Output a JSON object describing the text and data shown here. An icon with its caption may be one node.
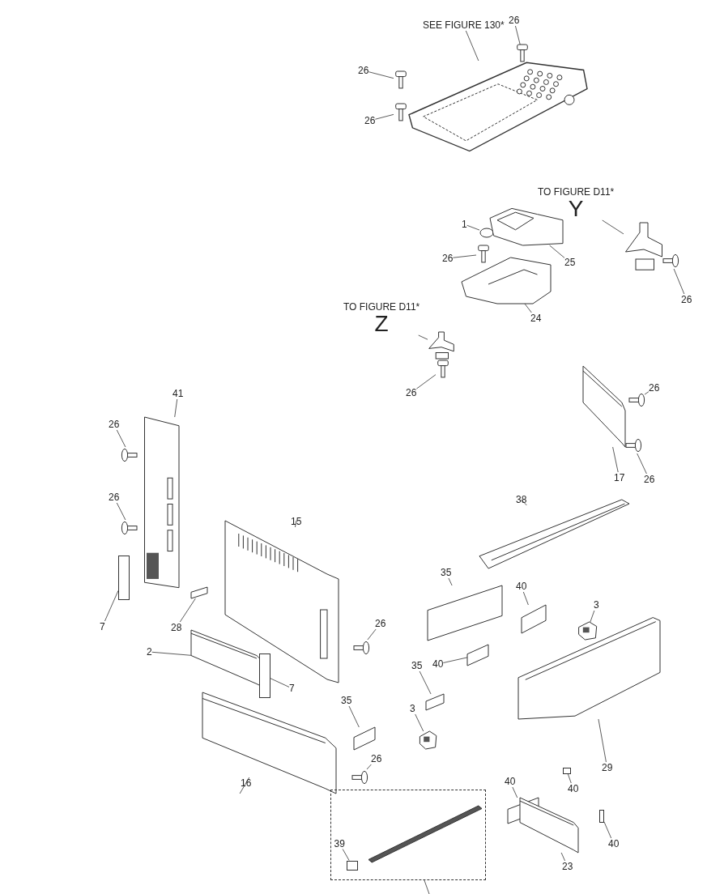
{
  "diagram": {
    "nodes": [
      {
        "text": [
          "SEE FIGURE 130*"
        ]
      },
      {
        "text": [],
        "shape": "picture"
      },
      {
        "text": [
          "26"
        ]
      },
      {
        "text": [],
        "shape": "picture"
      },
      {
        "text": [
          "26"
        ]
      },
      {
        "text": [],
        "shape": "picture"
      },
      {
        "text": [
          "26"
        ]
      },
      {
        "text": [],
        "shape": "picture"
      },
      {
        "text": [
          "TO FIGURE D11*",
          "Y"
        ]
      },
      {
        "text": [],
        "shape": "picture"
      },
      {
        "text": [
          "1"
        ]
      },
      {
        "text": [],
        "shape": "circle"
      },
      {
        "text": [
          "25"
        ]
      },
      {
        "text": [],
        "shape": "picture"
      },
      {
        "text": [
          "26"
        ]
      },
      {
        "text": [],
        "shape": "picture"
      },
      {
        "text": [
          "26"
        ]
      },
      {
        "text": [],
        "shape": "picture"
      },
      {
        "text": [
          "24"
        ]
      },
      {
        "text": [],
        "shape": "picture"
      },
      {
        "text": [
          "TO FIGURE D11*",
          "Z"
        ]
      },
      {
        "text": [],
        "shape": "picture"
      },
      {
        "text": [
          "26"
        ]
      },
      {
        "text": [],
        "shape": "picture"
      },
      {
        "text": [
          "41"
        ]
      },
      {
        "text": [],
        "shape": "picture"
      },
      {
        "text": [
          "26"
        ]
      },
      {
        "text": [],
        "shape": "picture"
      },
      {
        "text": [
          "26"
        ]
      },
      {
        "text": [],
        "shape": "picture"
      },
      {
        "text": [
          "7"
        ]
      },
      {
        "text": [],
        "shape": "bar"
      },
      {
        "text": [
          "15"
        ]
      },
      {
        "text": [],
        "shape": "picture"
      },
      {
        "text": [
          "28"
        ]
      },
      {
        "text": [],
        "shape": "box"
      },
      {
        "text": [
          "2"
        ]
      },
      {
        "text": [],
        "shape": "picture"
      },
      {
        "text": [
          "7"
        ]
      },
      {
        "text": [],
        "shape": "bar"
      },
      {
        "text": [
          "26"
        ]
      },
      {
        "text": [],
        "shape": "picture"
      },
      {
        "text": [
          "16"
        ]
      },
      {
        "text": [],
        "shape": "picture"
      },
      {
        "text": [
          "26"
        ]
      },
      {
        "text": [],
        "shape": "picture"
      },
      {
        "text": [
          "26"
        ]
      },
      {
        "text": [],
        "shape": "picture"
      },
      {
        "text": [
          "17"
        ]
      },
      {
        "text": [],
        "shape": "picture"
      },
      {
        "text": [
          "26"
        ]
      },
      {
        "text": [],
        "shape": "picture"
      },
      {
        "text": [
          "38"
        ]
      },
      {
        "text": [],
        "shape": "picture"
      },
      {
        "text": [
          "35"
        ]
      },
      {
        "text": [],
        "shape": "box"
      },
      {
        "text": [
          "40"
        ]
      },
      {
        "text": [],
        "shape": "box"
      },
      {
        "text": [
          "3"
        ]
      },
      {
        "text": [],
        "shape": "picture"
      },
      {
        "text": [
          "40"
        ]
      },
      {
        "text": [],
        "shape": "box"
      },
      {
        "text": [
          "35"
        ]
      },
      {
        "text": [],
        "shape": "box"
      },
      {
        "text": [
          "3"
        ]
      },
      {
        "text": [],
        "shape": "picture"
      },
      {
        "text": [
          "35"
        ]
      },
      {
        "text": [],
        "shape": "box"
      },
      {
        "text": [
          "29"
        ]
      },
      {
        "text": [],
        "shape": "picture"
      },
      {
        "text": [
          "40"
        ]
      },
      {
        "text": [],
        "shape": "bar"
      },
      {
        "text": [
          "40"
        ]
      },
      {
        "text": [],
        "shape": "box"
      },
      {
        "text": [
          "40"
        ]
      },
      {
        "text": [],
        "shape": "bar"
      },
      {
        "text": [
          "23"
        ]
      },
      {
        "text": [],
        "shape": "picture"
      },
      {
        "text": [],
        "shape": "box"
      },
      {
        "text": [],
        "shape": "bar",
        "in": 78
      },
      {
        "text": [
          "39"
        ],
        "in": 78
      },
      {
        "text": [],
        "shape": "bar",
        "in": 78
      }
    ],
    "edges": [
      {
        "from": 0,
        "to": 1,
        "arrow": "none"
      },
      {
        "from": 2,
        "to": 3,
        "arrow": "none"
      },
      {
        "from": 4,
        "to": 5,
        "arrow": "none"
      },
      {
        "from": 6,
        "to": 7,
        "arrow": "none"
      },
      {
        "from": 8,
        "to": 9,
        "arrow": "none"
      },
      {
        "from": 10,
        "to": 11,
        "arrow": "none"
      },
      {
        "from": 12,
        "to": 13,
        "arrow": "none"
      },
      {
        "from": 14,
        "to": 15,
        "arrow": "none"
      },
      {
        "from": 16,
        "to": 17,
        "arrow": "none"
      },
      {
        "from": 18,
        "to": 19,
        "arrow": "none"
      },
      {
        "from": 20,
        "to": 21,
        "arrow": "none"
      },
      {
        "from": 22,
        "to": 23,
        "arrow": "none"
      },
      {
        "from": 24,
        "to": 25,
        "arrow": "none"
      },
      {
        "from": 26,
        "to": 27,
        "arrow": "none"
      },
      {
        "from": 28,
        "to": 29,
        "arrow": "none"
      },
      {
        "from": 30,
        "to": 31,
        "arrow": "none"
      },
      {
        "from": 32,
        "to": 33,
        "arrow": "none"
      },
      {
        "from": 34,
        "to": 35,
        "arrow": "none"
      },
      {
        "from": 36,
        "to": 37,
        "arrow": "none"
      },
      {
        "from": 38,
        "to": 39,
        "arrow": "none"
      },
      {
        "from": 40,
        "to": 41,
        "arrow": "none"
      },
      {
        "from": 42,
        "to": 43,
        "arrow": "none"
      },
      {
        "from": 44,
        "to": 45,
        "arrow": "none"
      },
      {
        "from": 46,
        "to": 47,
        "arrow": "none"
      },
      {
        "from": 48,
        "to": 49,
        "arrow": "none"
      },
      {
        "from": 50,
        "to": 51,
        "arrow": "none"
      },
      {
        "from": 52,
        "to": 53,
        "arrow": "none"
      },
      {
        "from": 54,
        "to": 55,
        "arrow": "none"
      },
      {
        "from": 56,
        "to": 57,
        "arrow": "none"
      },
      {
        "from": 58,
        "to": 59,
        "arrow": "none"
      },
      {
        "from": 60,
        "to": 61,
        "arrow": "none"
      },
      {
        "from": 62,
        "to": 63,
        "arrow": "none"
      },
      {
        "from": 64,
        "to": 65,
        "arrow": "none"
      },
      {
        "from": 66,
        "to": 67,
        "arrow": "none"
      },
      {
        "from": 68,
        "to": 69,
        "arrow": "none"
      },
      {
        "from": 70,
        "to": 71,
        "arrow": "none"
      },
      {
        "from": 72,
        "to": 73,
        "arrow": "none"
      },
      {
        "from": 74,
        "to": 75,
        "arrow": "none"
      },
      {
        "from": 76,
        "to": 77,
        "arrow": "none"
      },
      {
        "from": 80,
        "to": 81,
        "arrow": "none"
      },
      {
        "from": null,
        "to": 78,
        "arrow": "none"
      }
    ]
  }
}
